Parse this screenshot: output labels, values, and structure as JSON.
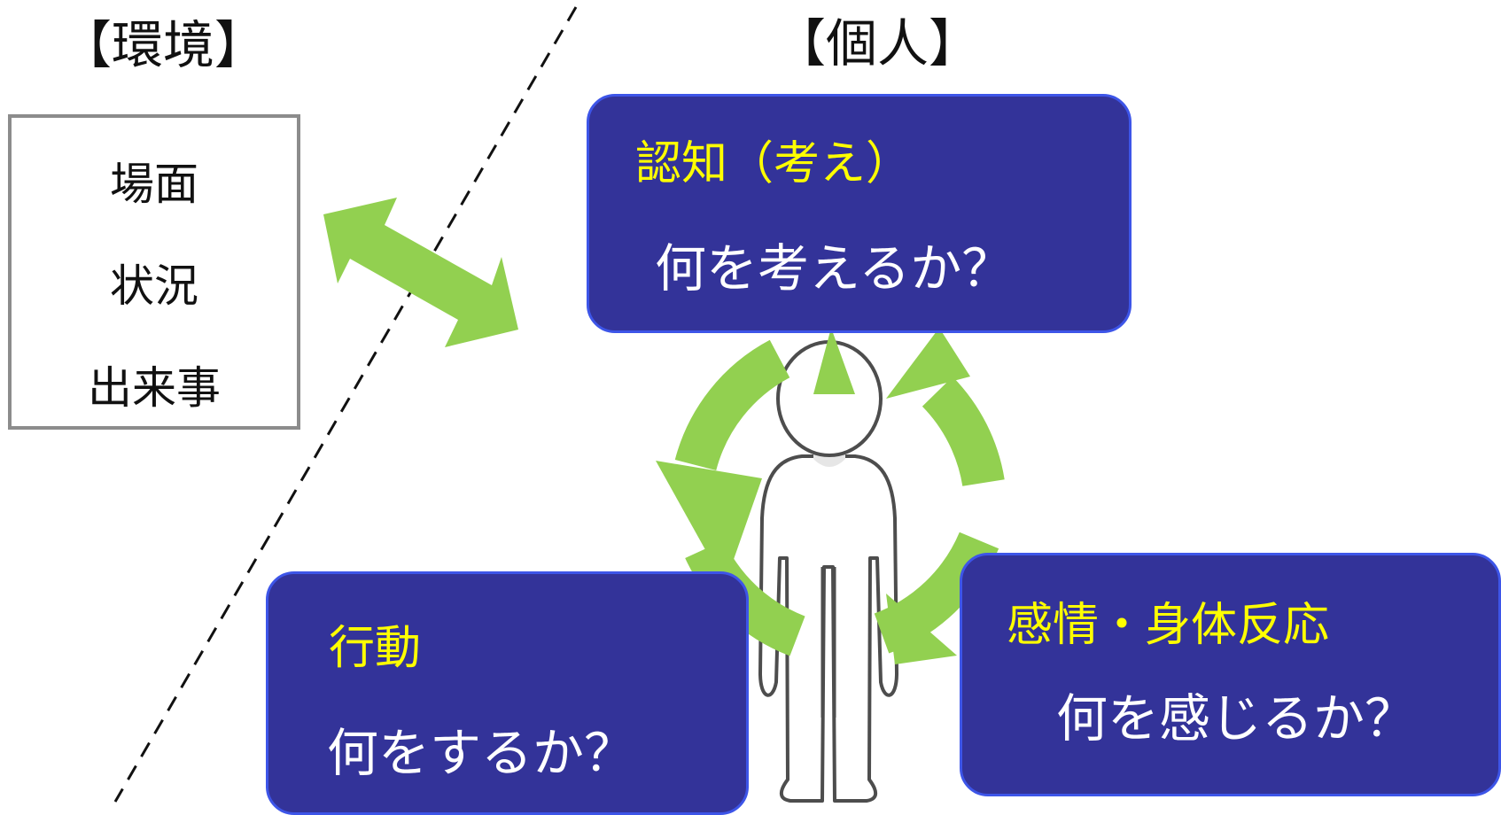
{
  "colors": {
    "card_fill": "#333399",
    "card_border": "#3d55e8",
    "title_yellow": "#ffff00",
    "question_white": "#ffffff",
    "arrow_green": "#92d050",
    "env_border": "#8c8c8c"
  },
  "environment": {
    "heading": "【環境】",
    "items": [
      "場面",
      "状況",
      "出来事"
    ]
  },
  "individual": {
    "heading": "【個人】"
  },
  "cards": {
    "cognition": {
      "title": "認知（考え）",
      "question": "何を考えるか？"
    },
    "behavior": {
      "title": "行動",
      "question": "何をするか？"
    },
    "emotion": {
      "title": "感情・身体反応",
      "question": "何を感じるか？"
    }
  },
  "icons": {
    "divider": "dashed-diagonal-line",
    "interaction": "double-headed-arrow",
    "cycle": "circular-arrows",
    "person": "person-figure"
  }
}
